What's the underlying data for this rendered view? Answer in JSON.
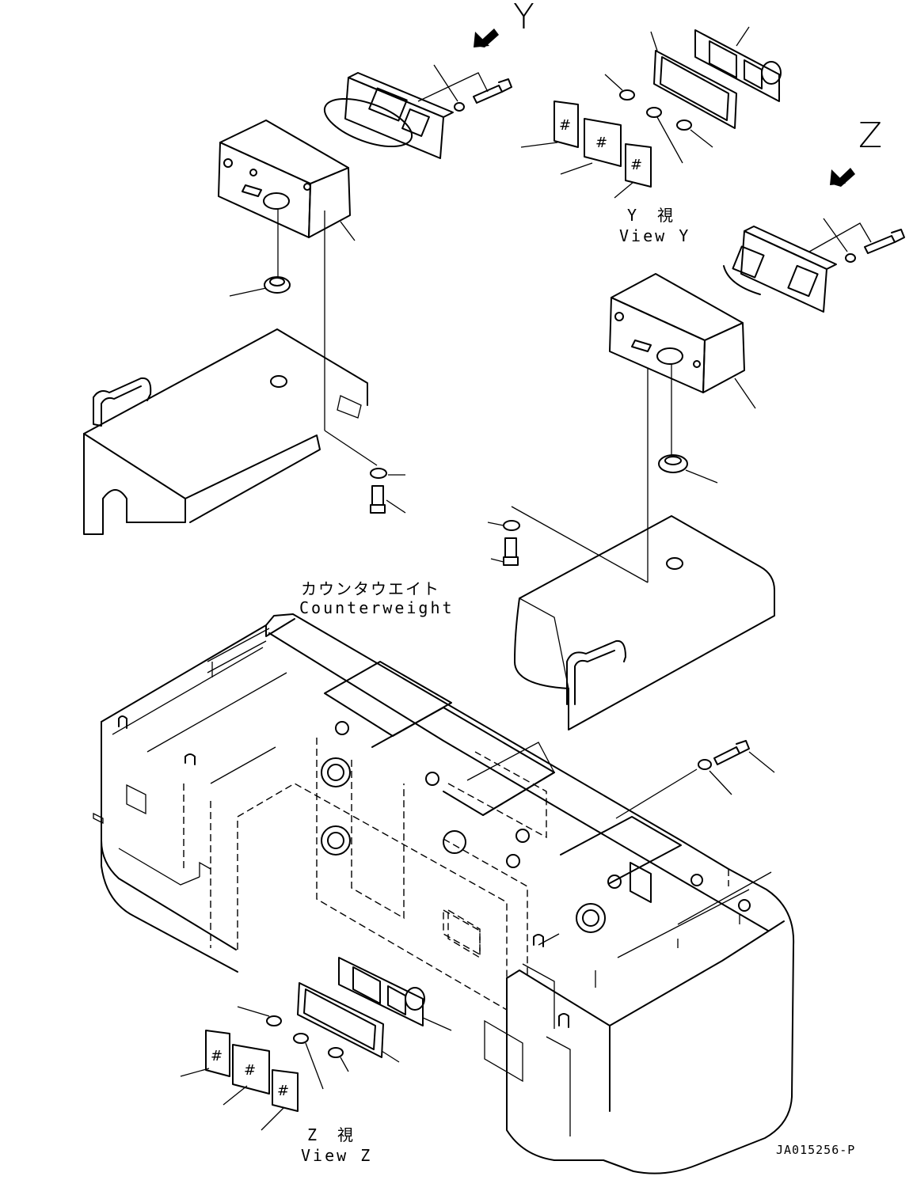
{
  "view_markers": {
    "y": "Y",
    "z": "Z"
  },
  "captions": {
    "view_y_jp": "Y　視",
    "view_y_en": "View Y",
    "view_z_jp": "Z　視",
    "view_z_en": "View Z",
    "counterweight_jp": "カウンタウエイト",
    "counterweight_en": "Counterweight"
  },
  "drawing_code": "JA015256-P",
  "icons": [
    "arrow-y-icon",
    "arrow-z-icon"
  ]
}
